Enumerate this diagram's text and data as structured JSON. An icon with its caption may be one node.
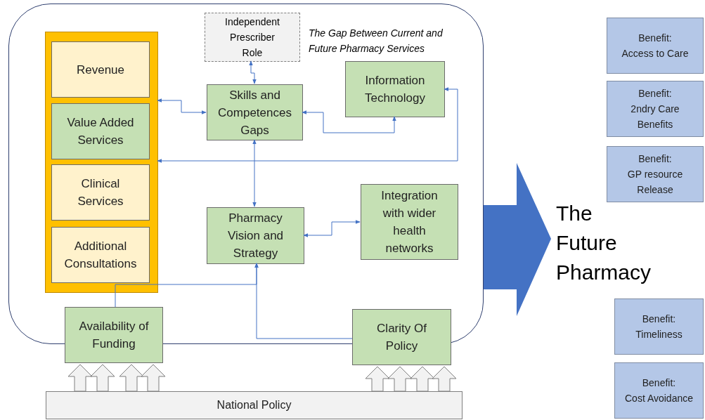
{
  "diagram": {
    "nodes": [
      {
        "text": [
          "The Gap Between Current and Future Pharmacy Services"
        ]
      },
      {
        "text": [],
        "shape": "box",
        "in": 0
      },
      {
        "text": [
          "Revenue"
        ],
        "in": 1
      },
      {
        "text": [
          "Value Added Services"
        ],
        "in": 1
      },
      {
        "text": [
          "Clinical Services"
        ],
        "in": 1
      },
      {
        "text": [
          "Additional Consultations"
        ],
        "in": 1
      },
      {
        "text": [
          "Independent Prescriber Role"
        ],
        "in": 0
      },
      {
        "text": [
          "Skills and Competences Gaps"
        ],
        "in": 0
      },
      {
        "text": [
          "Information Technology"
        ],
        "in": 0
      },
      {
        "text": [
          "Pharmacy Vision and Strategy"
        ],
        "in": 0
      },
      {
        "text": [
          "Integration with wider health networks"
        ],
        "in": 0
      },
      {
        "text": [
          "Availability of Funding"
        ]
      },
      {
        "text": [
          "Clarity Of Policy"
        ]
      },
      {
        "text": [
          "National Policy"
        ]
      },
      {
        "text": [],
        "shape": "arrow",
        "beside": [
          "The Future Pharmacy"
        ]
      },
      {
        "text": [
          "Benefit:",
          "Access to Care"
        ]
      },
      {
        "text": [
          "Benefit:",
          "2ndry Care Benefits"
        ]
      },
      {
        "text": [
          "Benefit:",
          "GP resource Release"
        ]
      },
      {
        "text": [
          "Benefit:",
          "Timeliness"
        ]
      },
      {
        "text": [
          "Benefit:",
          "Cost Avoidance"
        ]
      }
    ],
    "edges": [
      {
        "from": 7,
        "to": 6,
        "arrow": "both"
      },
      {
        "from": 7,
        "to": 1,
        "arrow": "both"
      },
      {
        "from": 8,
        "to": 7,
        "arrow": "both"
      },
      {
        "from": 8,
        "to": 1,
        "arrow": "both"
      },
      {
        "from": 7,
        "to": 9,
        "arrow": "both"
      },
      {
        "from": 9,
        "to": 10,
        "arrow": "both"
      },
      {
        "from": 11,
        "to": 9,
        "arrow": "to"
      },
      {
        "from": 12,
        "to": 9,
        "arrow": "to"
      },
      {
        "from": 13,
        "to": 11,
        "arrow": "to",
        "style": "thick"
      },
      {
        "from": 13,
        "to": 11,
        "arrow": "to",
        "style": "thick"
      },
      {
        "from": 13,
        "to": 11,
        "arrow": "to",
        "style": "thick"
      },
      {
        "from": 13,
        "to": 11,
        "arrow": "to",
        "style": "thick"
      },
      {
        "from": 13,
        "to": 12,
        "arrow": "to",
        "style": "thick"
      },
      {
        "from": 13,
        "to": 12,
        "arrow": "to",
        "style": "thick"
      },
      {
        "from": 13,
        "to": 12,
        "arrow": "to",
        "style": "thick"
      },
      {
        "from": 13,
        "to": 12,
        "arrow": "to",
        "style": "thick"
      }
    ]
  }
}
